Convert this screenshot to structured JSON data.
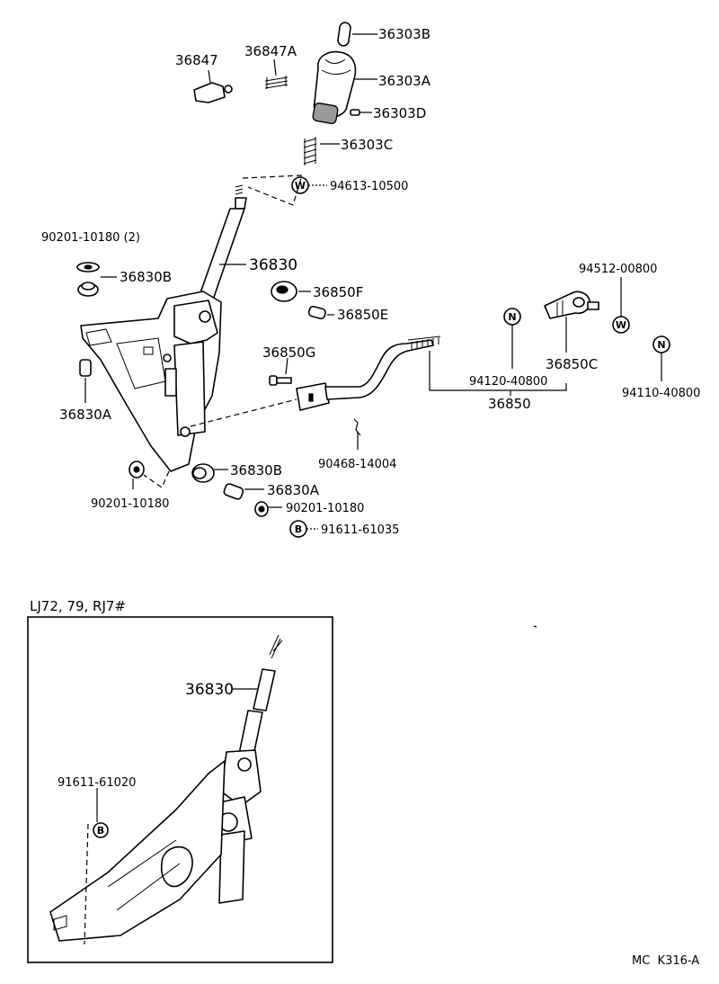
{
  "labels": {
    "p36847": "36847",
    "p36847a": "36847A",
    "p36303b": "36303B",
    "p36303a": "36303A",
    "p36303d": "36303D",
    "p36303c": "36303C",
    "p94613": "94613-10500",
    "p90201_2": "90201-10180 (2)",
    "p36830b_top": "36830B",
    "p36830": "36830",
    "p36850f": "36850F",
    "p36850e": "36850E",
    "p36850g": "36850G",
    "p94512": "94512-00800",
    "p94120": "94120-40800",
    "p36850c": "36850C",
    "p36850": "36850",
    "p94110": "94110-40800",
    "p36830a_left": "36830A",
    "p90468": "90468-14004",
    "p36830b_bot": "36830B",
    "p36830a_bot": "36830A",
    "p90201_left": "90201-10180",
    "p90201_bot": "90201-10180",
    "p91611_61035": "91611-61035",
    "inset_36830": "36830",
    "inset_91611_61020": "91611-61020"
  },
  "symbols": {
    "washer": "W",
    "nut": "N",
    "bolt": "B"
  },
  "inset": {
    "title": "LJ72, 79, RJ7#"
  },
  "footer": {
    "code": "MC  K316-A"
  }
}
